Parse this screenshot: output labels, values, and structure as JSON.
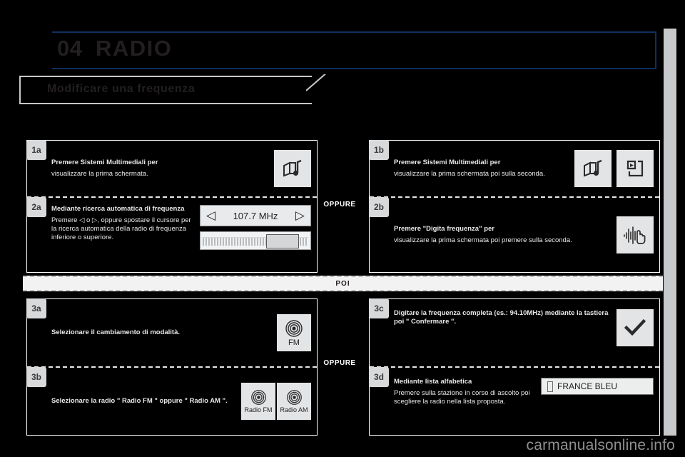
{
  "header": {
    "chapter_number": "04",
    "chapter_title": "RADIO",
    "section_title": "Modificare una frequenza",
    "accent_color": "#10305e",
    "rule_color": "#c6c8ca"
  },
  "separators": {
    "oppure_1": "OPPURE",
    "oppure_2": "OPPURE",
    "poi": "POI"
  },
  "steps": {
    "s1a": {
      "badge": "1a",
      "strong": "Premere Sistemi Multimediali per",
      "normal": "visualizzare la prima schermata.",
      "icons": [
        "multimedia-icon"
      ]
    },
    "s2a": {
      "badge": "2a",
      "strong": "Mediante ricerca automatica di frequenza",
      "normal": "Premere ◁ o ▷, oppure spostare il cursore per la ricerca automatica della radio di frequenza inferiore o superiore.",
      "frequency_value": "107.7 MHz",
      "prev_label": "◁",
      "next_label": "▷"
    },
    "s1b": {
      "badge": "1b",
      "strong": "Premere Sistemi Multimediali per",
      "normal": "visualizzare la prima schermata poi sulla seconda.",
      "icons": [
        "multimedia-icon",
        "source-input-icon"
      ]
    },
    "s2b": {
      "badge": "2b",
      "strong": "Premere \"Digita frequenza\" per",
      "normal": "visualizzare la prima schermata poi premere sulla seconda.",
      "icons": [
        "touch-waveform-icon"
      ]
    },
    "s3a": {
      "badge": "3a",
      "strong": "",
      "normal": "Selezionare il cambiamento di modalità.",
      "tile_caption": "FM"
    },
    "s3b": {
      "badge": "3b",
      "strong": "",
      "normal": "Selezionare la radio \" Radio FM \" oppure \" Radio AM \".",
      "tile_caption_1": "Radio FM",
      "tile_caption_2": "Radio AM"
    },
    "s3c": {
      "badge": "3c",
      "strong": "",
      "normal": "Digitare la frequenza completa (es.: 94.10MHz) mediante la tastiera poi \" Confermare \".",
      "icons": [
        "checkmark-icon"
      ]
    },
    "s3d": {
      "badge": "3d",
      "strong": "Mediante lista alfabetica",
      "normal": "Premere sulla stazione in corso di ascolto poi scegliere la radio nella lista proposta.",
      "station_name": "FRANCE BLEU"
    }
  },
  "watermark": "carmanualsonline.info"
}
